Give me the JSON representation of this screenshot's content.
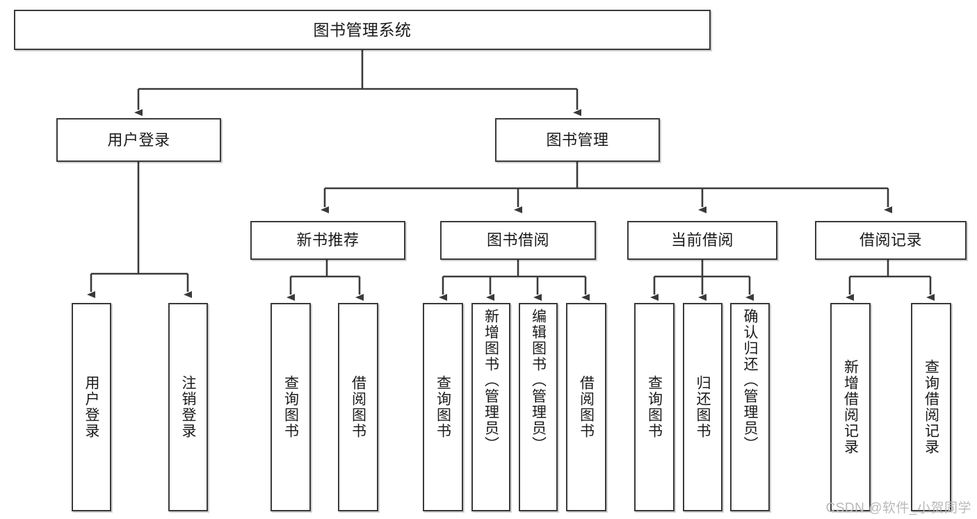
{
  "diagram": {
    "title": "图书管理系统",
    "type": "hierarchy-tree",
    "root": {
      "label": "图书管理系统"
    },
    "level2": [
      {
        "label": "用户登录"
      },
      {
        "label": "图书管理"
      }
    ],
    "level3": [
      {
        "label": "新书推荐"
      },
      {
        "label": "图书借阅"
      },
      {
        "label": "当前借阅"
      },
      {
        "label": "借阅记录"
      }
    ],
    "leaves": {
      "user_login": [
        {
          "label": "用户登录"
        },
        {
          "label": "注销登录"
        }
      ],
      "new_book_recommend": [
        {
          "label": "查询图书"
        },
        {
          "label": "借阅图书"
        }
      ],
      "book_borrow": [
        {
          "label": "查询图书"
        },
        {
          "label": "新增图书（管理员）"
        },
        {
          "label": "编辑图书（管理员）"
        },
        {
          "label": "借阅图书"
        }
      ],
      "current_borrow": [
        {
          "label": "查询图书"
        },
        {
          "label": "归还图书"
        },
        {
          "label": "确认归还（管理员）"
        }
      ],
      "borrow_record": [
        {
          "label": "新增借阅记录"
        },
        {
          "label": "查询借阅记录"
        }
      ]
    }
  },
  "watermark": {
    "text": "CSDN @软件_小贺同学"
  },
  "colors": {
    "border": "#3a3a3a",
    "text": "#1a1a1a",
    "background": "#ffffff",
    "watermark": "#b9b9b9"
  }
}
